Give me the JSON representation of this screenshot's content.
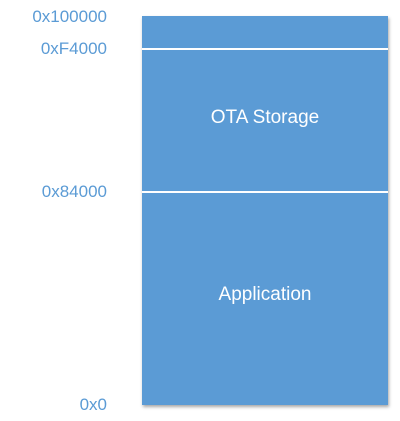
{
  "memory_map": {
    "addresses": {
      "top": "0x100000",
      "ota_start": "0xF4000",
      "app_end": "0x84000",
      "bottom": "0x0"
    },
    "regions": {
      "ota": "OTA Storage",
      "app": "Application"
    },
    "colors": {
      "block_fill": "#5b9bd5",
      "divider": "#ffffff",
      "address_text": "#5b9bd5"
    }
  }
}
